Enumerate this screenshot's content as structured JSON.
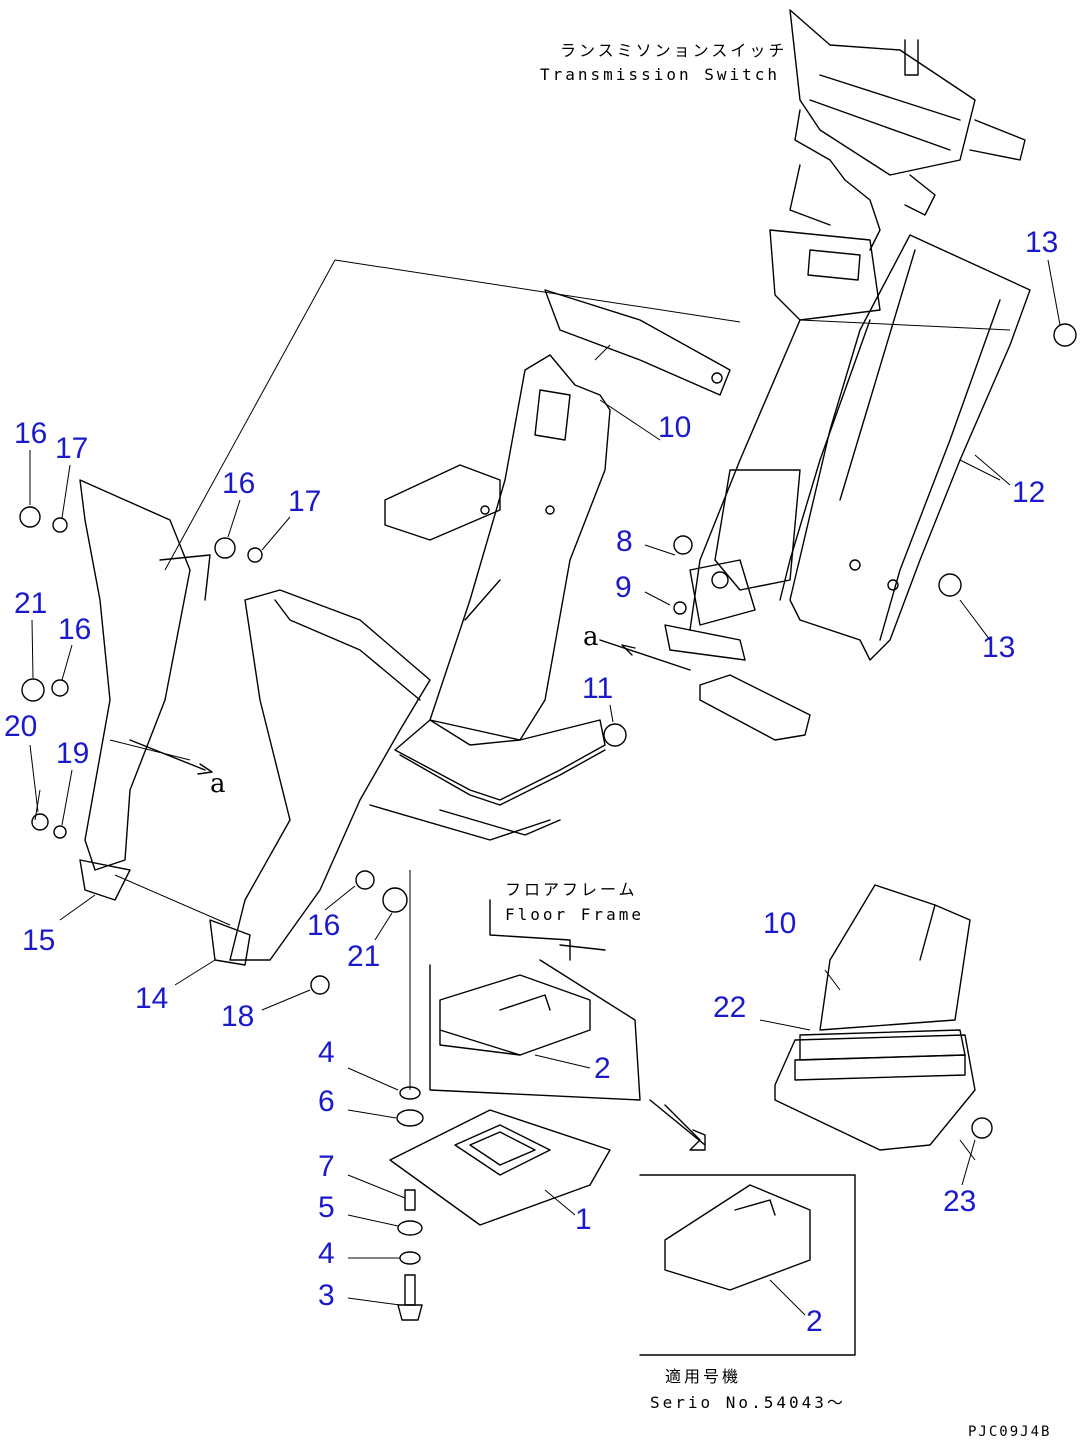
{
  "captions": {
    "transmission_jp": "ランスミソンョンスイッチ",
    "transmission_en": "Transmission Switch",
    "floor_jp": "フロアフレーム",
    "floor_en": "Floor Frame",
    "serial_jp": "適用号機",
    "serial_en": "Serio No.54043～",
    "drawing_code": "PJC09J4B"
  },
  "view_marks": [
    "a",
    "a"
  ],
  "callouts": [
    "13",
    "10",
    "12",
    "8",
    "9",
    "13",
    "11",
    "16",
    "17",
    "16",
    "17",
    "21",
    "16",
    "20",
    "19",
    "15",
    "14",
    "16",
    "21",
    "18",
    "4",
    "6",
    "7",
    "5",
    "4",
    "3",
    "2",
    "1",
    "2",
    "10",
    "22",
    "23"
  ]
}
